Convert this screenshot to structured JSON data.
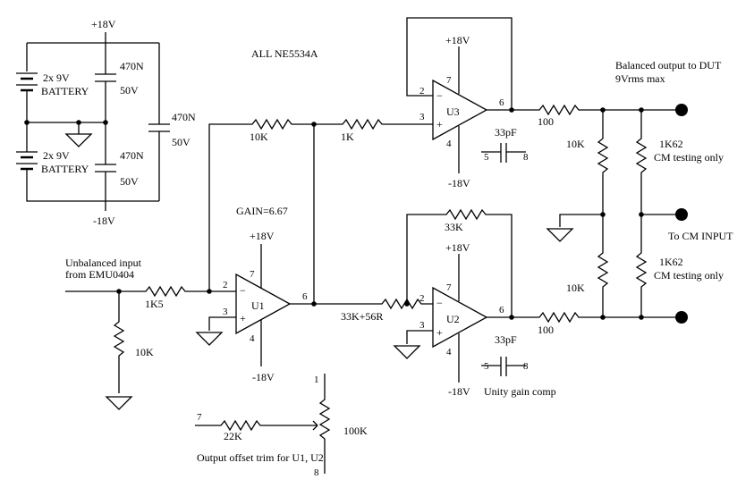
{
  "power": {
    "pos_top": "+18V",
    "neg_bottom": "-18V"
  },
  "batteries": [
    {
      "label1": "2x 9V",
      "label2": "BATTERY"
    },
    {
      "label1": "2x 9V",
      "label2": "BATTERY"
    }
  ],
  "supply_caps": [
    {
      "value": "470N",
      "voltage": "50V"
    },
    {
      "value": "470N",
      "voltage": "50V"
    },
    {
      "value": "470N",
      "voltage": "50V"
    }
  ],
  "note_all": "ALL  NE5534A",
  "input": {
    "label1": "Unbalanced input",
    "label2": "from EMU0404"
  },
  "resistors": {
    "r_in_series": "1K5",
    "r_in_shunt": "10K",
    "r_u1_feedback": "10K",
    "r_u3_in": "1K",
    "r_u2_in": "33K+56R",
    "r_u2_feedback": "33K",
    "r_out_top": "100",
    "r_out_bottom": "100",
    "r_div_top": "10K",
    "r_div_bottom": "10K",
    "r_cm_top": "1K62",
    "r_cm_bottom": "1K62",
    "r_trim": "22K",
    "pot": "100K"
  },
  "gain": "GAIN=6.67",
  "opamps": [
    {
      "name": "U1",
      "supply_pos": "+18V",
      "supply_neg": "-18V",
      "pins": {
        "inv": "2",
        "noninv": "3",
        "out": "6",
        "vpos": "7",
        "vneg": "4"
      }
    },
    {
      "name": "U2",
      "supply_pos": "+18V",
      "supply_neg": "-18V",
      "pins": {
        "inv": "2",
        "noninv": "3",
        "out": "6",
        "vpos": "7",
        "vneg": "4"
      }
    },
    {
      "name": "U3",
      "supply_pos": "+18V",
      "supply_neg": "-18V",
      "pins": {
        "inv": "2",
        "noninv": "3",
        "out": "6",
        "vpos": "7",
        "vneg": "4"
      }
    }
  ],
  "symbols": {
    "minus": "−",
    "plus": "+"
  },
  "comp_caps": [
    {
      "value": "33pF",
      "pin_a": "5",
      "pin_b": "8"
    },
    {
      "value": "33pF",
      "pin_a": "5",
      "pin_b": "8"
    }
  ],
  "unity_gain_note": "Unity gain comp",
  "outputs": {
    "balanced1": "Balanced output to DUT",
    "balanced2": "9Vrms max",
    "cm_input": "To CM INPUT"
  },
  "cm_notes": [
    "CM testing only",
    "CM testing only"
  ],
  "trim": {
    "pin7": "7",
    "pin1": "1",
    "pin8": "8",
    "label": "Output offset trim for U1, U2"
  }
}
